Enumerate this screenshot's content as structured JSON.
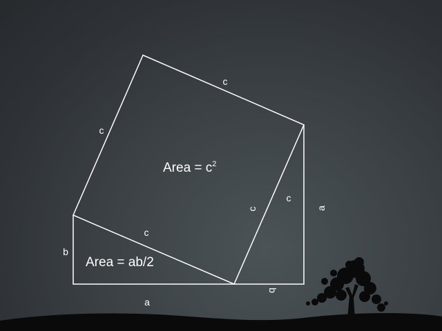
{
  "diagram": {
    "labels": {
      "square_top_side": "c",
      "square_left_side": "c",
      "square_right_side": "c",
      "triangle_hypotenuse": "c",
      "small_triangle_hypotenuse": "c",
      "triangle_short_leg": "b",
      "triangle_long_leg": "a",
      "small_triangle_bottom": "b",
      "small_triangle_right": "a"
    },
    "square_area": {
      "text": "Area = c",
      "exponent": "2"
    },
    "triangle_area": {
      "text": "Area = ab/2"
    },
    "colors": {
      "stroke": "#ffffff",
      "background": "#3a4044",
      "ground": "#0a0a0a"
    }
  }
}
